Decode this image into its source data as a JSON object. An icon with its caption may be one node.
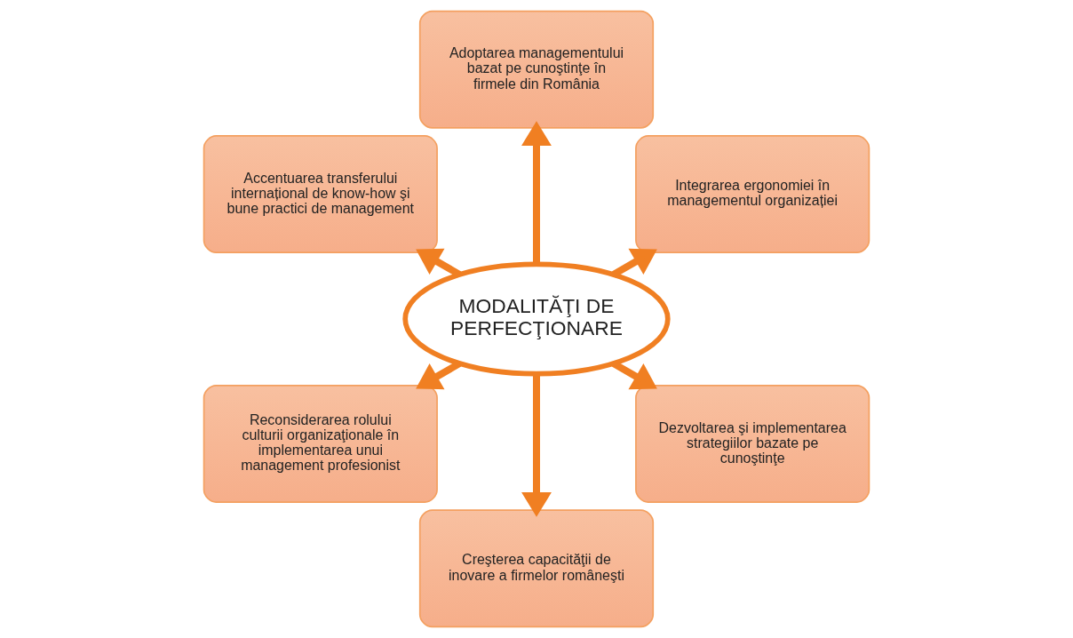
{
  "diagram": {
    "nodes": [
      {
        "text": [
          "MODALITĂŢI DE PERFECŢIONARE"
        ]
      },
      {
        "text": [
          "Integrarea ergonomiei în managementul organizației"
        ]
      },
      {
        "text": [
          "Adoptarea managementului bazat pe cunoştinţe în firmele din România"
        ]
      },
      {
        "text": [
          "Accentuarea transferului internațional de know-how şi bune practici de management"
        ]
      },
      {
        "text": [
          "Reconsiderarea rolului culturii organizaţionale în implementarea unui management profesionist"
        ]
      },
      {
        "text": [
          "Creşterea capacităţii de inovare a firmelor româneşti"
        ]
      },
      {
        "text": [
          "Dezvoltarea şi implementarea strategiilor bazate pe cunoştinţe"
        ]
      }
    ],
    "edges": [
      {
        "from": 0,
        "to": 1,
        "arrow": "to"
      },
      {
        "from": 0,
        "to": 2,
        "arrow": "to"
      },
      {
        "from": 0,
        "to": 3,
        "arrow": "to"
      },
      {
        "from": 0,
        "to": 4,
        "arrow": "to"
      },
      {
        "from": 0,
        "to": 5,
        "arrow": "to"
      },
      {
        "from": 0,
        "to": 6,
        "arrow": "to"
      }
    ]
  }
}
